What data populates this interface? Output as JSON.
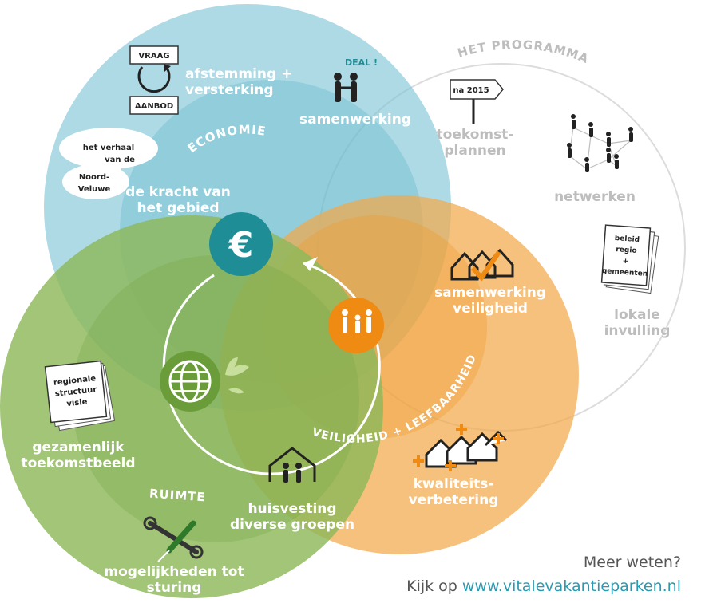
{
  "themes": {
    "economie": "ECONOMIE",
    "programma": "HET PROGRAMMA",
    "veiligheid": "VEILIGHEID + LEEFBAARHEID",
    "ruimte": "RUIMTE"
  },
  "icons": {
    "euro_symbol": "€",
    "vraag": "VRAAG",
    "aanbod": "AANBOD",
    "deal": "DEAL !",
    "signpost": "na 2015",
    "doc_beleid": [
      "beleid",
      "regio",
      "+",
      "gemeenten"
    ],
    "doc_structuur": [
      "regionale",
      "structuur",
      "visie"
    ],
    "speech": [
      "het verhaal",
      "van de",
      "Noord-",
      "Veluwe"
    ]
  },
  "labels": {
    "afstemming": [
      "afstemming +",
      "versterking"
    ],
    "samenwerking": "samenwerking",
    "kracht": [
      "de kracht van",
      "het gebied"
    ],
    "toekomstplannen": [
      "toekomst-",
      "plannen"
    ],
    "netwerken": "netwerken",
    "lokale": [
      "lokale",
      "invulling"
    ],
    "samenwerking_veiligheid": [
      "samenwerking",
      "veiligheid"
    ],
    "kwaliteit": [
      "kwaliteits-",
      "verbetering"
    ],
    "huisvesting": [
      "huisvesting",
      "diverse groepen"
    ],
    "toekomstbeeld": [
      "gezamenlijk",
      "toekomstbeeld"
    ],
    "mogelijkheden": [
      "mogelijkheden tot",
      "sturing"
    ]
  },
  "footer": {
    "line1": "Meer weten?",
    "prefix": "Kijk op ",
    "link": "www.vitalevakantieparken.nl"
  },
  "colors": {
    "blue": "#7cc4d6",
    "green": "#8db85a",
    "orange": "#f3a94b",
    "teal": "#1e8d96",
    "grey": "#bdbdbd"
  }
}
